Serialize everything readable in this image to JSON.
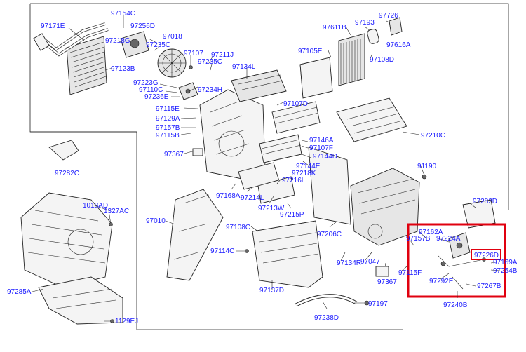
{
  "highlight_color": "#e0000f",
  "label_color": "#1a1aff",
  "highlighted_part": "97226D",
  "labels": {
    "p97154C": "97154C",
    "p97171E": "97171E",
    "p97256D": "97256D",
    "p97218G": "97218G",
    "p97018": "97018",
    "p97235C_a": "97235C",
    "p97107": "97107",
    "p97211J": "97211J",
    "p97235C_b": "97235C",
    "p97123B": "97123B",
    "p97134L": "97134L",
    "p97223G": "97223G",
    "p97110C": "97110C",
    "p97236E": "97236E",
    "p97234H": "97234H",
    "p97611B": "97611B",
    "p97193": "97193",
    "p97726": "97726",
    "p97616A": "97616A",
    "p97105E": "97105E",
    "p97108D": "97108D",
    "p97115E": "97115E",
    "p97107D": "97107D",
    "p97129A": "97129A",
    "p97157B_a": "97157B",
    "p97115B": "97115B",
    "p97210C": "97210C",
    "p97146A": "97146A",
    "p97107F": "97107F",
    "p97367_a": "97367",
    "p97144D": "97144D",
    "p97144E": "97144E",
    "p97282C": "97282C",
    "p97218K": "97218K",
    "p91190": "91190",
    "p97216L": "97216L",
    "p97168A": "97168A",
    "p97214L": "97214L",
    "p97282D": "97282D",
    "p1018AD": "1018AD",
    "p1327AC": "1327AC",
    "p97213W": "97213W",
    "p97215P": "97215P",
    "p97010": "97010",
    "p97108C": "97108C",
    "p97206C": "97206C",
    "p97162A": "97162A",
    "p97157B_b": "97157B",
    "p97224A": "97224A",
    "p97226D": "97226D",
    "p97114C": "97114C",
    "p97134R": "97134R",
    "p97047": "97047",
    "p97169A": "97169A",
    "p97254B": "97254B",
    "p97285A": "97285A",
    "p97115F": "97115F",
    "p97292E": "97292E",
    "p97267B": "97267B",
    "p97367_b": "97367",
    "p97137D": "97137D",
    "p97197": "97197",
    "p97240B": "97240B",
    "p97238D": "97238D",
    "p1129EJ": "1129EJ"
  }
}
